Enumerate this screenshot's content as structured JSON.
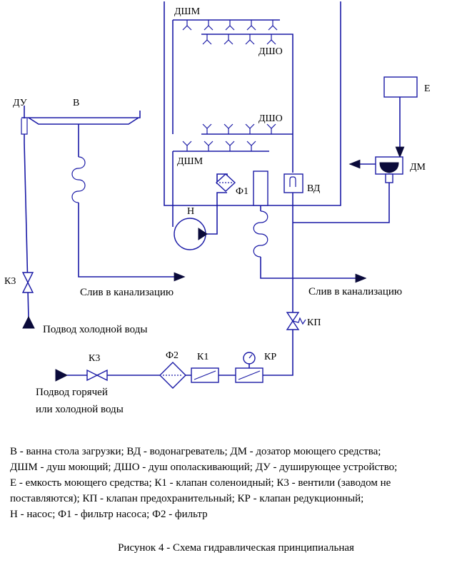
{
  "labels": {
    "dshm_top": "ДШМ",
    "dsho_top": "ДШО",
    "dsho_mid": "ДШО",
    "dshm_bottom": "ДШМ",
    "du": "ДУ",
    "v": "В",
    "e": "Е",
    "dm": "ДМ",
    "f1": "Ф1",
    "vd": "ВД",
    "n": "Н",
    "k3_left": "К3",
    "kp": "КП",
    "k3_bottom": "К3",
    "f2": "Ф2",
    "k1": "К1",
    "kr": "КР"
  },
  "texts": {
    "drain_left": "Слив в канализацию",
    "drain_right": "Слив в канализацию",
    "cold_water": "Подвод холодной воды",
    "hot_water_line1": "Подвод горячей",
    "hot_water_line2": "или холодной воды"
  },
  "legend": [
    "В - ванна стола загрузки; ВД - водонагреватель; ДМ - дозатор моющего средства;",
    "ДШМ - душ моющий; ДШО - душ ополаскивающий; ДУ - душирующее устройство;",
    "Е - емкость моющего средства; К1 - клапан соленоидный; К3 - вентили (заводом не",
    " поставляются); КП - клапан предохранительный; КР - клапан редукционный;",
    "Н - насос; Ф1 - фильтр насоса; Ф2 - фильтр"
  ],
  "caption": "Рисунок 4 - Схема гидравлическая принципиальная",
  "colors": {
    "line": "#1a1aa6",
    "symbol": "#0a0a3a",
    "text": "#000000"
  }
}
